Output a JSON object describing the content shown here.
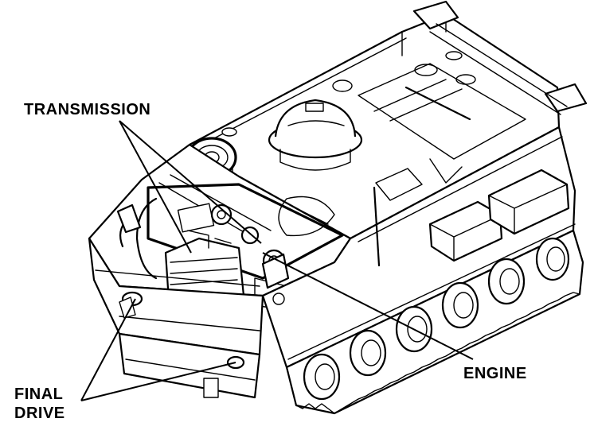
{
  "labels": {
    "transmission": "TRANSMISSION",
    "engine": "ENGINE",
    "final_drive_line1": "FINAL",
    "final_drive_line2": "DRIVE"
  },
  "colors": {
    "ink": "#000000",
    "background": "#ffffff"
  }
}
